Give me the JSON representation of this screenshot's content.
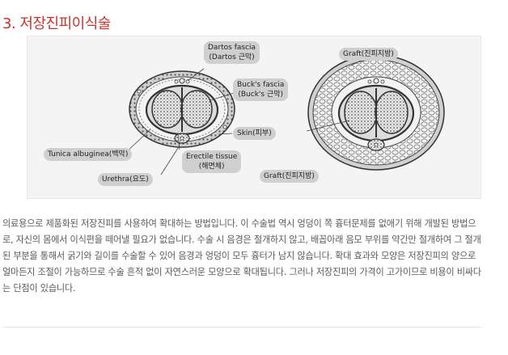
{
  "page": {
    "title": "3. 저장진피이식술"
  },
  "figure": {
    "labels": {
      "dartos": [
        "Dartos fascia",
        "(Dartos 근막)"
      ],
      "bucks": [
        "Buck's fascia",
        "(Buck's 근막)"
      ],
      "skin": "Skin(피부)",
      "graft_top": "Graft(진피지방)",
      "graft_bottom": "Graft(진피지방)",
      "tunica": "Tunica albuginea(백막)",
      "erectile": [
        "Erectile tissue",
        "(해면체)"
      ],
      "urethra": "Urethra(요도)"
    }
  },
  "body": {
    "paragraph": "의료용으로 제품화된 저장진피를 사용하여 확대하는 방법입니다. 이 수술법 역시 엉덩이 쪽 흉터문제를 없애기 위해 개발된 방법으로, 자신의 몸에서 이식편을 떼어낼 필요가 없습니다. 수술 시 음경은 절개하지 않고, 배꼽아래 음모 부위를 약간만 절개하여 그 절개된 부분을 통해서 굵기와 길이를 수술할 수 있어 음경과 엉덩이 모두 흉터가 남지 않습니다. 확대 효과와 모양은 저장진피의 양으로 얼마든지 조절이 가능하므로 수술 흔적 없이 자연스러운 모양으로 확대됩니다. 그러나 저장진피의 가격이 고가이므로 비용이 비싸다는 단점이 있습니다."
  }
}
